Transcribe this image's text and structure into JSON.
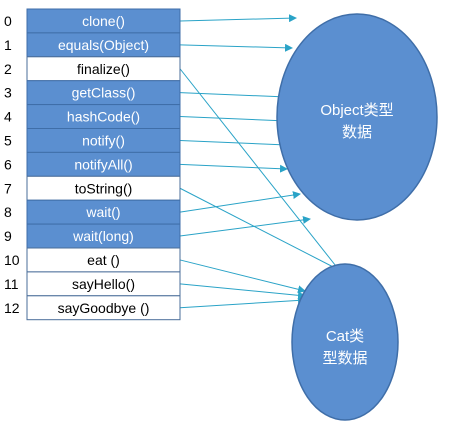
{
  "methods": [
    {
      "index": "0",
      "label": "clone()",
      "shaded": true
    },
    {
      "index": "1",
      "label": "equals(Object)",
      "shaded": true
    },
    {
      "index": "2",
      "label": "finalize()",
      "shaded": false
    },
    {
      "index": "3",
      "label": "getClass()",
      "shaded": true
    },
    {
      "index": "4",
      "label": "hashCode()",
      "shaded": true
    },
    {
      "index": "5",
      "label": "notify()",
      "shaded": true
    },
    {
      "index": "6",
      "label": "notifyAll()",
      "shaded": true
    },
    {
      "index": "7",
      "label": "toString()",
      "shaded": false
    },
    {
      "index": "8",
      "label": "wait()",
      "shaded": true
    },
    {
      "index": "9",
      "label": "wait(long)",
      "shaded": true
    },
    {
      "index": "10",
      "label": "eat ()",
      "shaded": false
    },
    {
      "index": "11",
      "label": "sayHello()",
      "shaded": false
    },
    {
      "index": "12",
      "label": "sayGoodbye ()",
      "shaded": false
    }
  ],
  "object_oval": {
    "line1": "Object类型",
    "line2": "数据"
  },
  "cat_oval": {
    "line1": "Cat类",
    "line2": "型数据"
  },
  "colors": {
    "fill": "#5b8fd0",
    "stroke": "#3f6ea8",
    "arrow": "#2aa3c7",
    "white": "#ffffff"
  },
  "links": {
    "object": [
      "0",
      "1",
      "3",
      "4",
      "5",
      "6",
      "8",
      "9"
    ],
    "cat": [
      "2",
      "7",
      "10",
      "11",
      "12"
    ]
  }
}
